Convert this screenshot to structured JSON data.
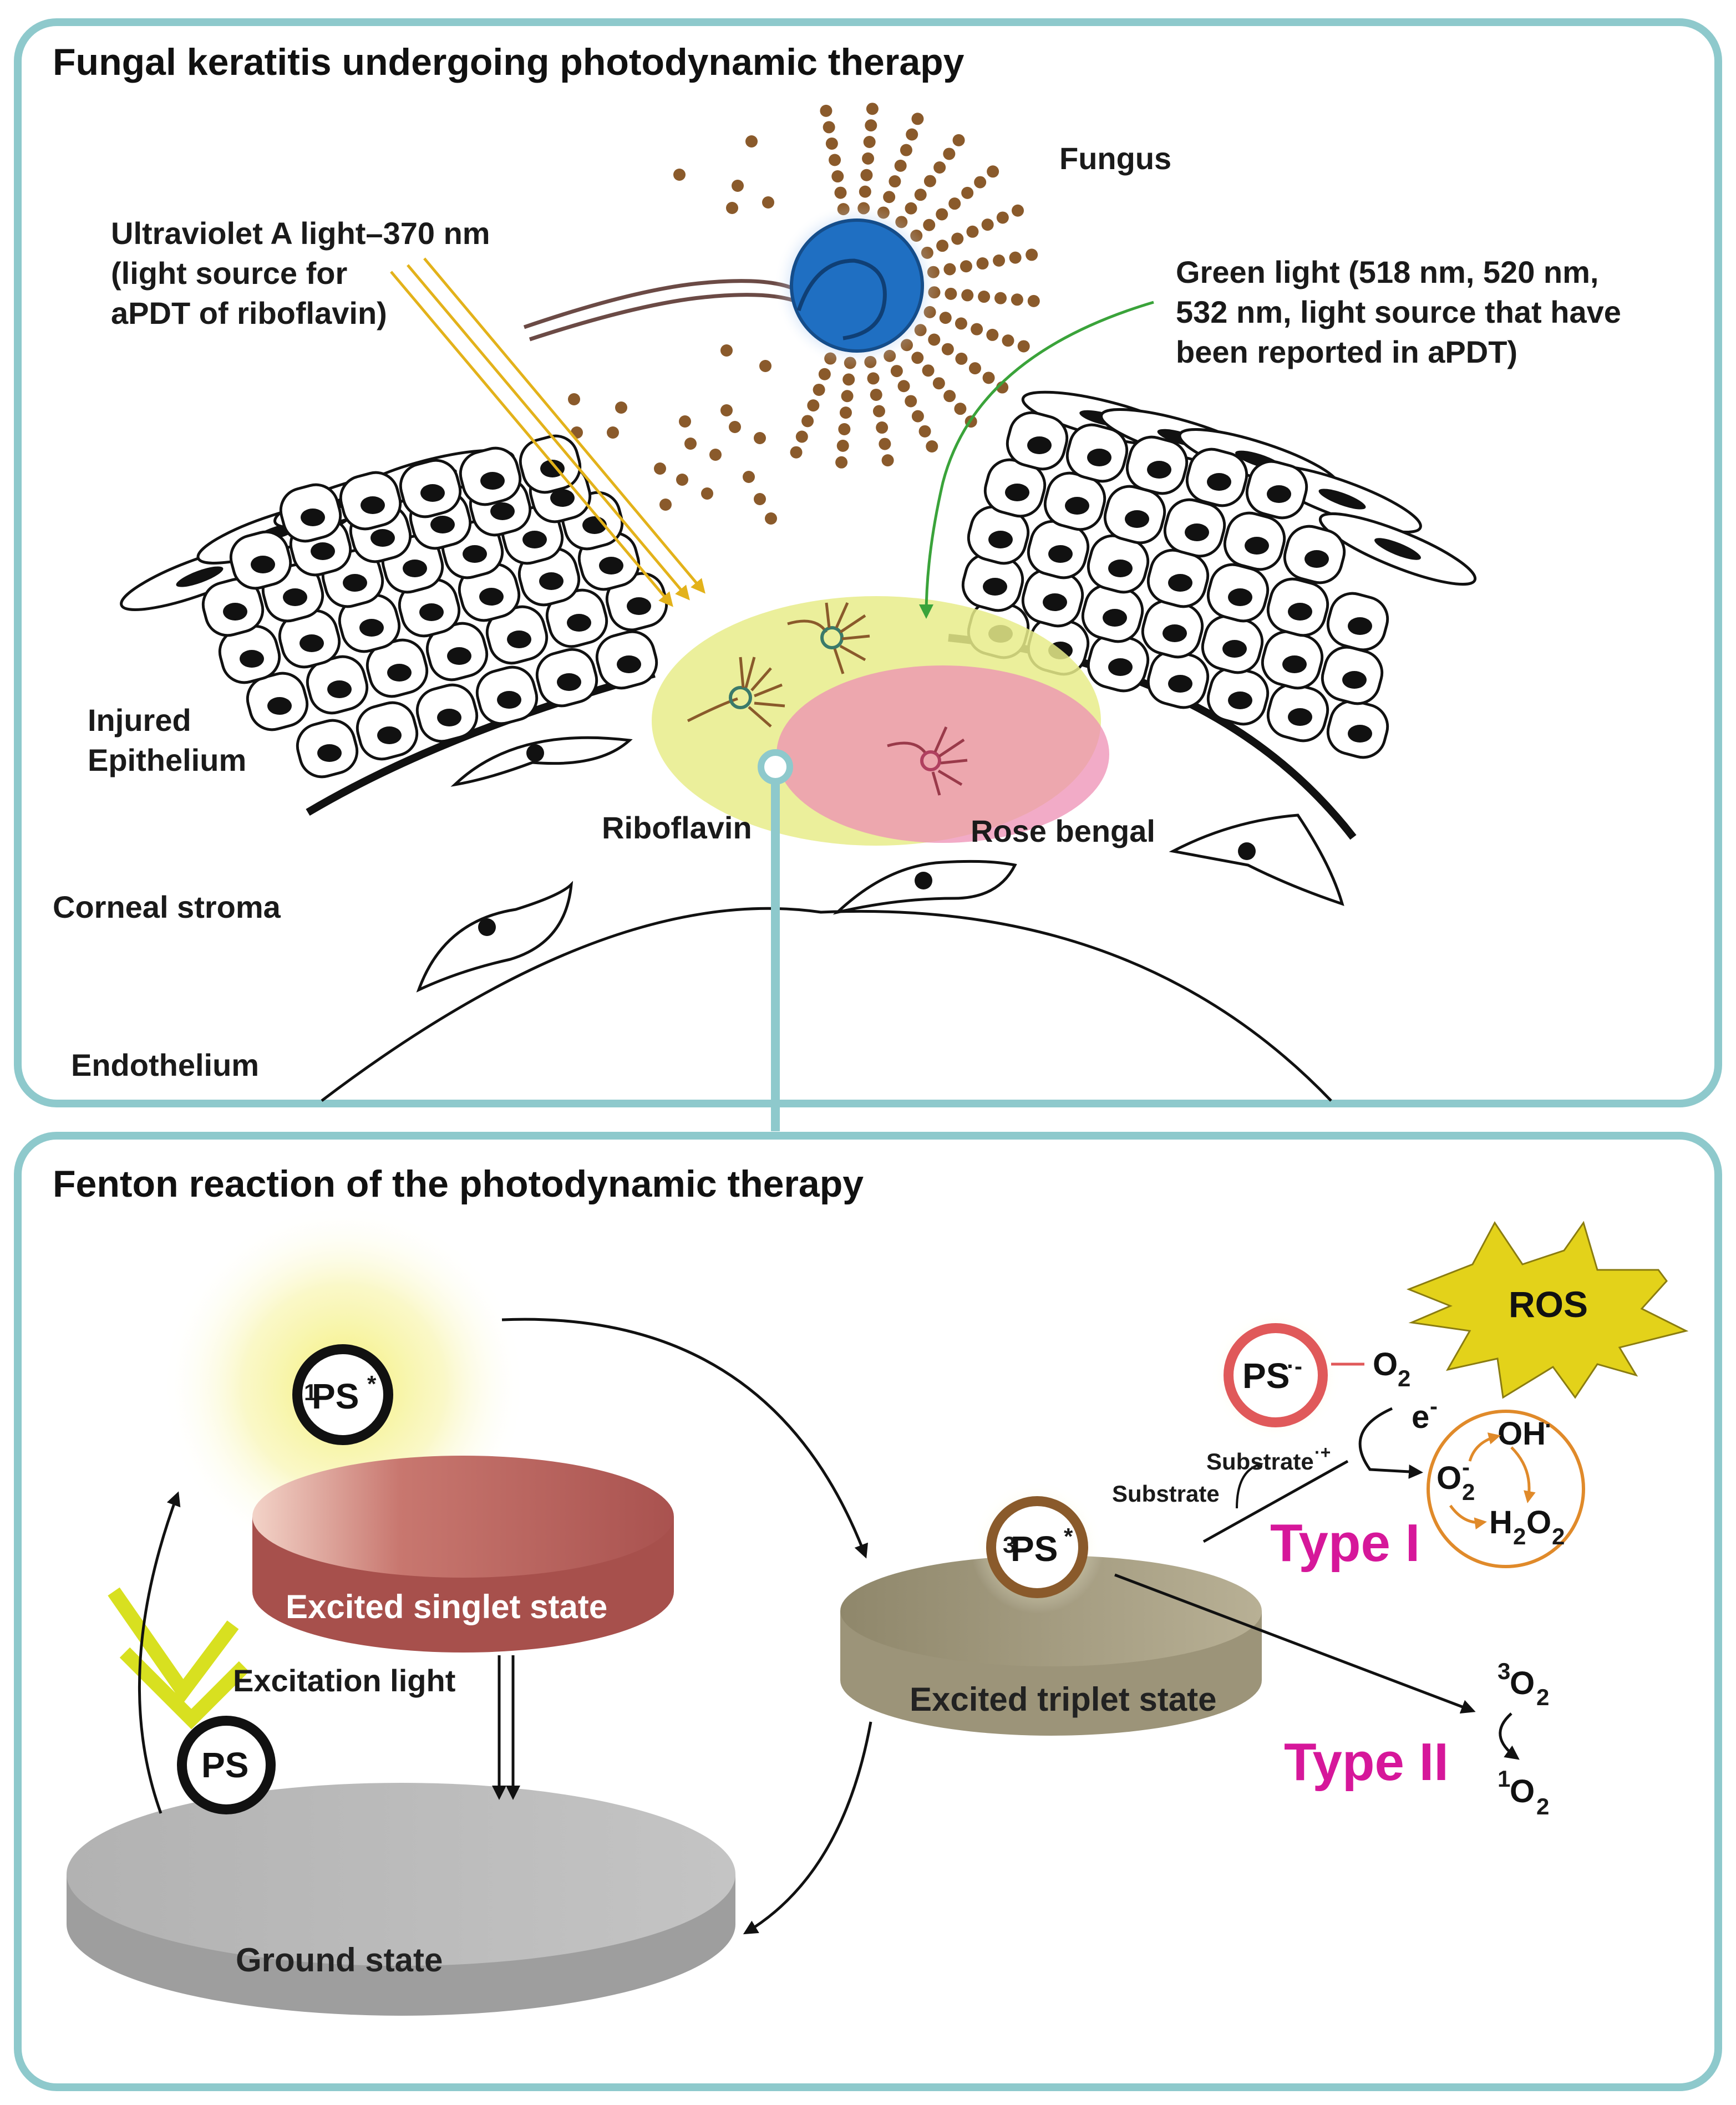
{
  "panel_top": {
    "title": "Fungal keratitis undergoing photodynamic therapy",
    "labels": {
      "fungus": "Fungus",
      "uva_line1": "Ultraviolet A light–370 nm",
      "uva_line2": "(light source for",
      "uva_line3": "aPDT of riboflavin)",
      "green_line1": "Green light (518 nm, 520 nm,",
      "green_line2": "532 nm, light source that have",
      "green_line3": "been reported in aPDT)",
      "injured_line1": "Injured",
      "injured_line2": "Epithelium",
      "riboflavin": "Riboflavin",
      "rose_bengal": "Rose bengal",
      "corneal_stroma": "Corneal stroma",
      "endothelium": "Endothelium"
    }
  },
  "panel_bottom": {
    "title": "Fenton reaction of the photodynamic therapy",
    "states": {
      "ground": "Ground state",
      "singlet": "Excited singlet state",
      "triplet": "Excited triplet state"
    },
    "excitation_light": "Excitation light",
    "ps": {
      "ground_main": "PS",
      "singlet_sup": "1",
      "singlet_main": "PS",
      "singlet_star": "*",
      "triplet_sup": "3",
      "triplet_main": "PS",
      "triplet_star": "*",
      "radical_main": "PS",
      "radical_sup": "·-"
    },
    "type1": {
      "label": "Type I",
      "substrate": "Substrate",
      "substrate_radical": "Substrate",
      "substrate_radical_sup": "·+",
      "electron": "e",
      "electron_sup": "-",
      "o2_main": "O",
      "o2_sub": "2",
      "superoxide_main": "O",
      "superoxide_sub": "2",
      "superoxide_sup": "-",
      "oh": "OH",
      "oh_sup": "·",
      "h2o2_h": "H",
      "h2o2_sub1": "2",
      "h2o2_o": "O",
      "h2o2_sub2": "2",
      "ros": "ROS"
    },
    "type2": {
      "label": "Type II",
      "triplet_o2_sup": "3",
      "triplet_o2_main": "O",
      "triplet_o2_sub": "2",
      "singlet_o2_sup": "1",
      "singlet_o2_main": "O",
      "singlet_o2_sub": "2"
    }
  },
  "colors": {
    "frame": "#8ec9cc",
    "fungus_body": "#1f6fc2",
    "spore": "#8a5a2b",
    "uva_light": "#e3b21a",
    "green_light": "#3aa33a",
    "riboflavin_zone": "#e8ec8a",
    "rose_bengal_zone": "#ee8fb4",
    "singlet_disk": "#b65f5c",
    "triplet_disk": "#a59d82",
    "ground_disk": "#b7b7b7",
    "type_label": "#d6179a",
    "ros_burst": "#e3d21a",
    "radical_ring": "#e0595a",
    "triplet_ring": "#8a5a2b",
    "cycle_ring": "#e08a2a"
  }
}
